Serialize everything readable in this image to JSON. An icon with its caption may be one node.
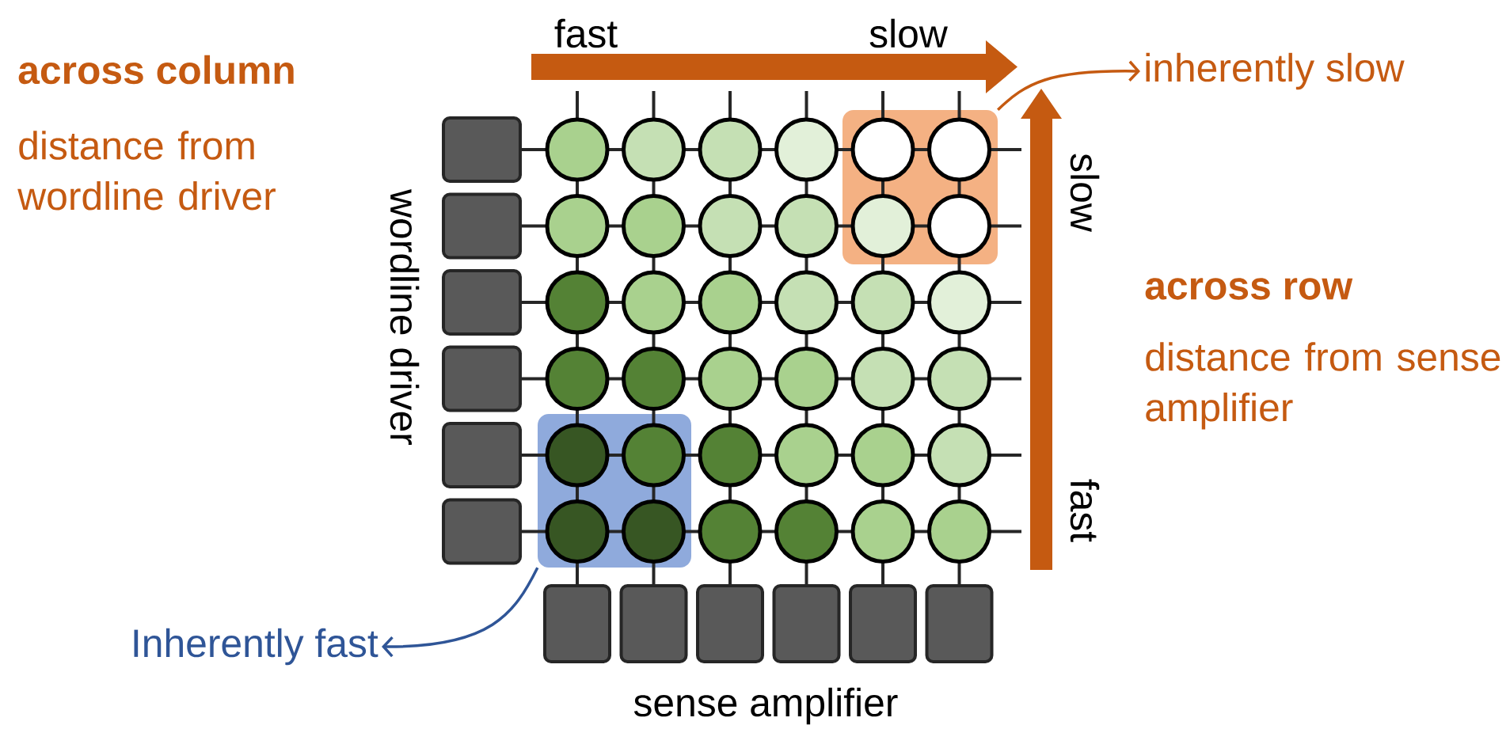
{
  "diagram": {
    "nodes": [
      {
        "text": [
          "inherently slow"
        ]
      },
      {
        "text": [],
        "shape": "box"
      },
      {
        "text": [],
        "shape": "box"
      },
      {
        "text": [
          "Inherently fast"
        ]
      }
    ],
    "edges": [
      {
        "from": 1,
        "to": 0,
        "arrow": "to",
        "color": "#c55a11"
      },
      {
        "from": 2,
        "to": 3,
        "arrow": "to",
        "color": "#2f5597"
      }
    ],
    "labels": [
      "fast",
      "slow",
      "across column",
      "distance from wordline driver",
      "wordline driver",
      "slow",
      "across row",
      "distance from sense amplifier",
      "fast",
      "sense amplifier"
    ]
  }
}
